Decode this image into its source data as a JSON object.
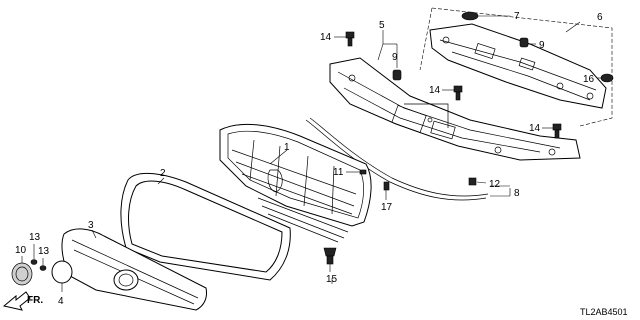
{
  "callouts": {
    "c1": "1",
    "c2": "2",
    "c3": "3",
    "c4": "4",
    "c5": "5",
    "c6": "6",
    "c7": "7",
    "c8": "8",
    "c9a": "9",
    "c9b": "9",
    "c10": "10",
    "c11": "11",
    "c12": "12",
    "c13a": "13",
    "c13b": "13",
    "c14a": "14",
    "c14b": "14",
    "c14c": "14",
    "c15": "15",
    "c16": "16",
    "c17": "17"
  },
  "direction_label": "FR.",
  "diagram_code": "TL2AB4501"
}
